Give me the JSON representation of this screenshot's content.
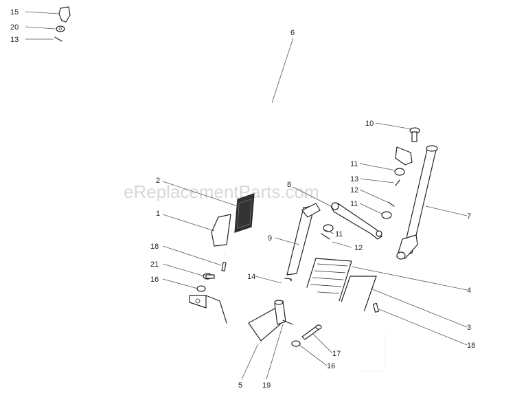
{
  "watermark": "eReplacementParts.com",
  "callouts": [
    {
      "id": "c15a",
      "text": "15"
    },
    {
      "id": "c20",
      "text": "20"
    },
    {
      "id": "c13a",
      "text": "13"
    },
    {
      "id": "c6",
      "text": "6"
    },
    {
      "id": "c10",
      "text": "10"
    },
    {
      "id": "c11a",
      "text": "11"
    },
    {
      "id": "c13b",
      "text": "13"
    },
    {
      "id": "c8",
      "text": "8"
    },
    {
      "id": "c12a",
      "text": "12"
    },
    {
      "id": "c11b",
      "text": "11"
    },
    {
      "id": "c2",
      "text": "2"
    },
    {
      "id": "c7",
      "text": "7"
    },
    {
      "id": "c1",
      "text": "1"
    },
    {
      "id": "c9",
      "text": "9"
    },
    {
      "id": "c11c",
      "text": "11"
    },
    {
      "id": "c12b",
      "text": "12"
    },
    {
      "id": "c18a",
      "text": "18"
    },
    {
      "id": "c21",
      "text": "21"
    },
    {
      "id": "c16a",
      "text": "16"
    },
    {
      "id": "c14",
      "text": "14"
    },
    {
      "id": "c4",
      "text": "4"
    },
    {
      "id": "c3",
      "text": "3"
    },
    {
      "id": "c18b",
      "text": "18"
    },
    {
      "id": "c17",
      "text": "17"
    },
    {
      "id": "c16b",
      "text": "16"
    },
    {
      "id": "c5",
      "text": "5"
    },
    {
      "id": "c19",
      "text": "19"
    }
  ]
}
